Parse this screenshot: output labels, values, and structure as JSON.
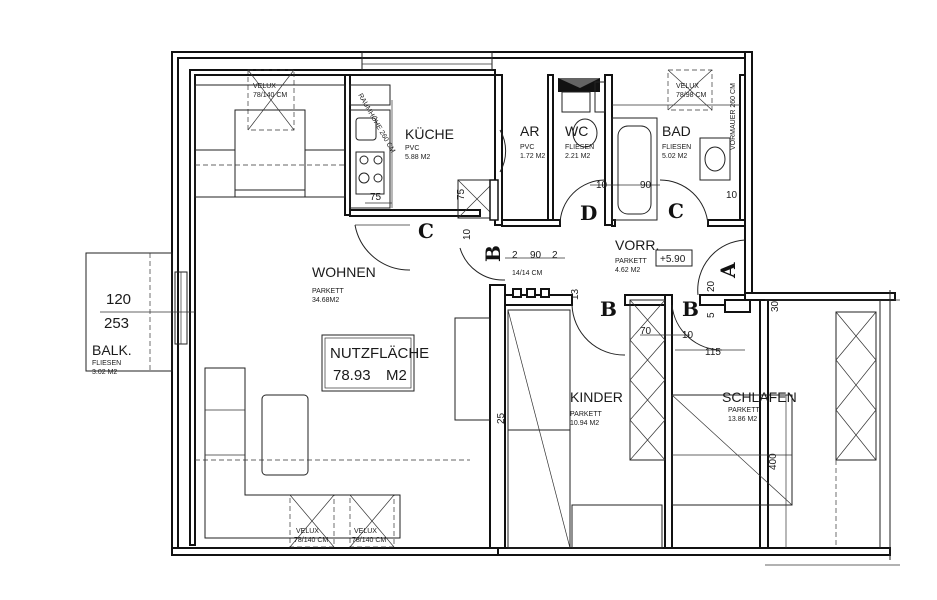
{
  "plan": {
    "rooms": {
      "kueche": {
        "name": "KÜCHE",
        "floor": "PVC",
        "area": "5.88 M2"
      },
      "ar": {
        "name": "AR",
        "floor": "PVC",
        "area": "1.72 M2"
      },
      "wc": {
        "name": "WC",
        "floor": "FLIESEN",
        "area": "2.21 M2"
      },
      "bad": {
        "name": "BAD",
        "floor": "FLIESEN",
        "area": "5.02 M2"
      },
      "wohnen": {
        "name": "WOHNEN",
        "floor": "PARKETT",
        "area": "34.68M2"
      },
      "vorr": {
        "name": "VORR.",
        "floor": "PARKETT",
        "area": "4.62 M2"
      },
      "kinder": {
        "name": "KINDER",
        "floor": "PARKETT",
        "area": "10.94 M2"
      },
      "schlafen": {
        "name": "SCHLAFEN",
        "floor": "PARKETT",
        "area": "13.86 M2"
      },
      "balk": {
        "name": "BALK.",
        "floor": "FLIESEN",
        "area": "3.02 M2"
      }
    },
    "nutzflaeche": {
      "label": "NUTZFLÄCHE",
      "value": "78.93",
      "unit": "M2"
    },
    "windows": {
      "velux_1": {
        "name": "VELUX",
        "size": "78/140 CM"
      },
      "velux_2": {
        "name": "VELUX",
        "size": "78/98 CM"
      },
      "velux_3": {
        "name": "VELUX",
        "size": "78/140 CM"
      },
      "velux_4": {
        "name": "VELUX",
        "size": "78/140 CM"
      }
    },
    "notes": {
      "raumhoehe": "RAUMHÖHE 260 CM",
      "vormauer": "VORMAUER 260 CM",
      "durchgang": "14/14 CM",
      "hoehe": "+5.90"
    },
    "dimensions": {
      "d75": "75",
      "d75b": "75",
      "d10a": "10",
      "d90a": "90",
      "d10b": "10",
      "d10c": "10",
      "d2a": "2",
      "d90b": "90",
      "d2b": "2",
      "d13": "13",
      "d20": "20",
      "d30": "30",
      "d5": "5",
      "d70": "70",
      "d10d": "10",
      "d115": "115",
      "d25": "25",
      "d400": "400",
      "d120": "120",
      "d253": "253"
    },
    "section_markers": {
      "a": "A",
      "b1": "B",
      "b2": "B",
      "b3": "B",
      "c1": "C",
      "c2": "C",
      "d": "D"
    }
  }
}
